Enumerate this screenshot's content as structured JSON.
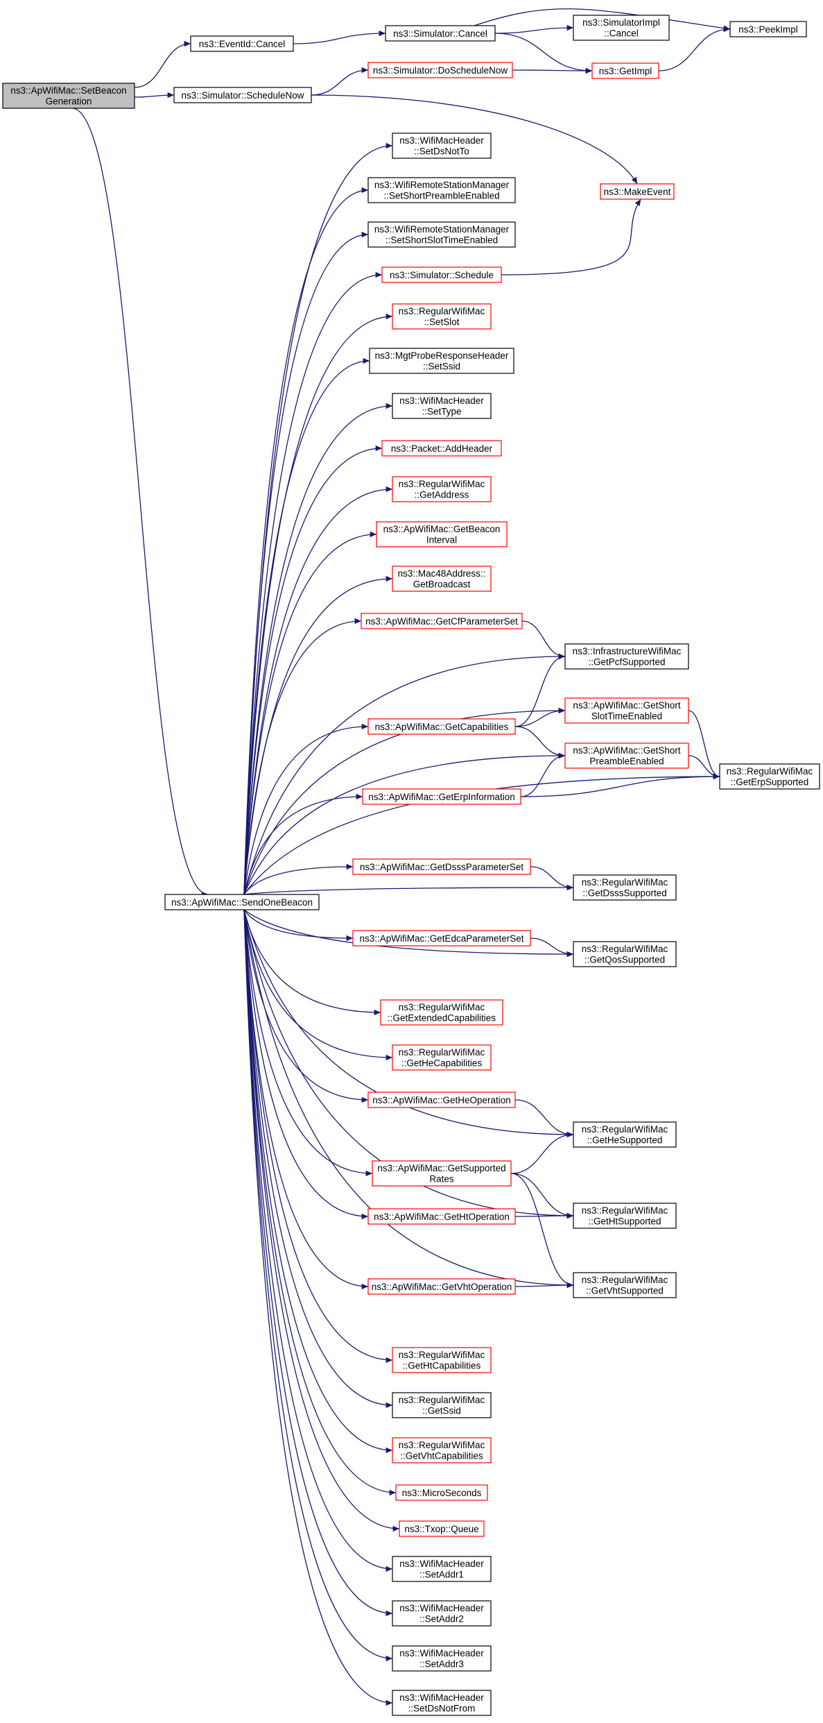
{
  "colors": {
    "edge": "#191970",
    "box_normal": "#000000",
    "box_truncated": "#ff0000",
    "root_fill": "#bfbfbf",
    "node_fill": "#ffffff"
  },
  "nodes": [
    {
      "id": "root",
      "lines": [
        "ns3::ApWifiMac::SetBeacon",
        "Generation"
      ],
      "style": "root"
    },
    {
      "id": "eventid_cancel",
      "lines": [
        "ns3::EventId::Cancel"
      ],
      "style": "normal"
    },
    {
      "id": "sim_schedulenow",
      "lines": [
        "ns3::Simulator::ScheduleNow"
      ],
      "style": "normal"
    },
    {
      "id": "sim_cancel",
      "lines": [
        "ns3::Simulator::Cancel"
      ],
      "style": "normal"
    },
    {
      "id": "simimpl_cancel",
      "lines": [
        "ns3::SimulatorImpl",
        "::Cancel"
      ],
      "style": "normal"
    },
    {
      "id": "peekimpl",
      "lines": [
        "ns3::PeekImpl"
      ],
      "style": "normal"
    },
    {
      "id": "doschedulenow",
      "lines": [
        "ns3::Simulator::DoScheduleNow"
      ],
      "style": "red"
    },
    {
      "id": "getimpl",
      "lines": [
        "ns3::GetImpl"
      ],
      "style": "red"
    },
    {
      "id": "makeevent",
      "lines": [
        "ns3::MakeEvent"
      ],
      "style": "red"
    },
    {
      "id": "sendonebeacon",
      "lines": [
        "ns3::ApWifiMac::SendOneBeacon"
      ],
      "style": "normal"
    },
    {
      "id": "setdsnotto",
      "lines": [
        "ns3::WifiMacHeader",
        "::SetDsNotTo"
      ],
      "style": "normal"
    },
    {
      "id": "setshortpreamble",
      "lines": [
        "ns3::WifiRemoteStationManager",
        "::SetShortPreambleEnabled"
      ],
      "style": "normal"
    },
    {
      "id": "setshortslot",
      "lines": [
        "ns3::WifiRemoteStationManager",
        "::SetShortSlotTimeEnabled"
      ],
      "style": "normal"
    },
    {
      "id": "sim_schedule",
      "lines": [
        "ns3::Simulator::Schedule"
      ],
      "style": "red"
    },
    {
      "id": "setslot",
      "lines": [
        "ns3::RegularWifiMac",
        "::SetSlot"
      ],
      "style": "red"
    },
    {
      "id": "setssid",
      "lines": [
        "ns3::MgtProbeResponseHeader",
        "::SetSsid"
      ],
      "style": "normal"
    },
    {
      "id": "settype",
      "lines": [
        "ns3::WifiMacHeader",
        "::SetType"
      ],
      "style": "normal"
    },
    {
      "id": "addheader",
      "lines": [
        "ns3::Packet::AddHeader"
      ],
      "style": "red"
    },
    {
      "id": "getaddress",
      "lines": [
        "ns3::RegularWifiMac",
        "::GetAddress"
      ],
      "style": "red"
    },
    {
      "id": "getbeaconinterval",
      "lines": [
        "ns3::ApWifiMac::GetBeacon",
        "Interval"
      ],
      "style": "red"
    },
    {
      "id": "getbroadcast",
      "lines": [
        "ns3::Mac48Address::",
        "GetBroadcast"
      ],
      "style": "red"
    },
    {
      "id": "getcfparameterset",
      "lines": [
        "ns3::ApWifiMac::GetCfParameterSet"
      ],
      "style": "red"
    },
    {
      "id": "getpcfsupported",
      "lines": [
        "ns3::InfrastructureWifiMac",
        "::GetPcfSupported"
      ],
      "style": "normal"
    },
    {
      "id": "getshortslottime",
      "lines": [
        "ns3::ApWifiMac::GetShort",
        "SlotTimeEnabled"
      ],
      "style": "red"
    },
    {
      "id": "getcapabilities",
      "lines": [
        "ns3::ApWifiMac::GetCapabilities"
      ],
      "style": "red"
    },
    {
      "id": "getshortpreamble",
      "lines": [
        "ns3::ApWifiMac::GetShort",
        "PreambleEnabled"
      ],
      "style": "red"
    },
    {
      "id": "geterpsupported",
      "lines": [
        "ns3::RegularWifiMac",
        "::GetErpSupported"
      ],
      "style": "normal"
    },
    {
      "id": "geterpinformation",
      "lines": [
        "ns3::ApWifiMac::GetErpInformation"
      ],
      "style": "red"
    },
    {
      "id": "getdsssparameterset",
      "lines": [
        "ns3::ApWifiMac::GetDsssParameterSet"
      ],
      "style": "red"
    },
    {
      "id": "getdssssupported",
      "lines": [
        "ns3::RegularWifiMac",
        "::GetDsssSupported"
      ],
      "style": "normal"
    },
    {
      "id": "getedcaparameterset",
      "lines": [
        "ns3::ApWifiMac::GetEdcaParameterSet"
      ],
      "style": "red"
    },
    {
      "id": "getqossupported",
      "lines": [
        "ns3::RegularWifiMac",
        "::GetQosSupported"
      ],
      "style": "normal"
    },
    {
      "id": "getextendedcapabilities",
      "lines": [
        "ns3::RegularWifiMac",
        "::GetExtendedCapabilities"
      ],
      "style": "red"
    },
    {
      "id": "gethecapabilities",
      "lines": [
        "ns3::RegularWifiMac",
        "::GetHeCapabilities"
      ],
      "style": "red"
    },
    {
      "id": "getheoperation",
      "lines": [
        "ns3::ApWifiMac::GetHeOperation"
      ],
      "style": "red"
    },
    {
      "id": "gethesupported",
      "lines": [
        "ns3::RegularWifiMac",
        "::GetHeSupported"
      ],
      "style": "normal"
    },
    {
      "id": "getsupportedrates",
      "lines": [
        "ns3::ApWifiMac::GetSupported",
        "Rates"
      ],
      "style": "red"
    },
    {
      "id": "gethtoperation",
      "lines": [
        "ns3::ApWifiMac::GetHtOperation"
      ],
      "style": "red"
    },
    {
      "id": "gethtsupported",
      "lines": [
        "ns3::RegularWifiMac",
        "::GetHtSupported"
      ],
      "style": "normal"
    },
    {
      "id": "getvhtoperation",
      "lines": [
        "ns3::ApWifiMac::GetVhtOperation"
      ],
      "style": "red"
    },
    {
      "id": "getvhtsupported",
      "lines": [
        "ns3::RegularWifiMac",
        "::GetVhtSupported"
      ],
      "style": "normal"
    },
    {
      "id": "gethtcapabilities",
      "lines": [
        "ns3::RegularWifiMac",
        "::GetHtCapabilities"
      ],
      "style": "red"
    },
    {
      "id": "getssid",
      "lines": [
        "ns3::RegularWifiMac",
        "::GetSsid"
      ],
      "style": "normal"
    },
    {
      "id": "getvhtcapabilities",
      "lines": [
        "ns3::RegularWifiMac",
        "::GetVhtCapabilities"
      ],
      "style": "red"
    },
    {
      "id": "microseconds",
      "lines": [
        "ns3::MicroSeconds"
      ],
      "style": "red"
    },
    {
      "id": "txop_queue",
      "lines": [
        "ns3::Txop::Queue"
      ],
      "style": "red"
    },
    {
      "id": "setaddr1",
      "lines": [
        "ns3::WifiMacHeader",
        "::SetAddr1"
      ],
      "style": "normal"
    },
    {
      "id": "setaddr2",
      "lines": [
        "ns3::WifiMacHeader",
        "::SetAddr2"
      ],
      "style": "normal"
    },
    {
      "id": "setaddr3",
      "lines": [
        "ns3::WifiMacHeader",
        "::SetAddr3"
      ],
      "style": "normal"
    },
    {
      "id": "setdsnotfrom",
      "lines": [
        "ns3::WifiMacHeader",
        "::SetDsNotFrom"
      ],
      "style": "normal"
    }
  ],
  "edges": [
    [
      "root",
      "eventid_cancel"
    ],
    [
      "root",
      "sim_schedulenow"
    ],
    [
      "root",
      "sendonebeacon"
    ],
    [
      "eventid_cancel",
      "sim_cancel"
    ],
    [
      "sim_cancel",
      "simimpl_cancel"
    ],
    [
      "sim_cancel",
      "peekimpl"
    ],
    [
      "sim_cancel",
      "getimpl"
    ],
    [
      "sim_schedulenow",
      "doschedulenow"
    ],
    [
      "sim_schedulenow",
      "makeevent"
    ],
    [
      "doschedulenow",
      "getimpl"
    ],
    [
      "getimpl",
      "peekimpl"
    ],
    [
      "sim_schedule",
      "makeevent"
    ],
    [
      "sendonebeacon",
      "setdsnotto"
    ],
    [
      "sendonebeacon",
      "setshortpreamble"
    ],
    [
      "sendonebeacon",
      "setshortslot"
    ],
    [
      "sendonebeacon",
      "sim_schedule"
    ],
    [
      "sendonebeacon",
      "setslot"
    ],
    [
      "sendonebeacon",
      "setssid"
    ],
    [
      "sendonebeacon",
      "settype"
    ],
    [
      "sendonebeacon",
      "addheader"
    ],
    [
      "sendonebeacon",
      "getaddress"
    ],
    [
      "sendonebeacon",
      "getbeaconinterval"
    ],
    [
      "sendonebeacon",
      "getbroadcast"
    ],
    [
      "sendonebeacon",
      "getcfparameterset"
    ],
    [
      "sendonebeacon",
      "getpcfsupported"
    ],
    [
      "sendonebeacon",
      "getshortslottime"
    ],
    [
      "sendonebeacon",
      "getcapabilities"
    ],
    [
      "sendonebeacon",
      "getshortpreamble"
    ],
    [
      "sendonebeacon",
      "geterpinformation"
    ],
    [
      "sendonebeacon",
      "geterpsupported"
    ],
    [
      "sendonebeacon",
      "getdsssparameterset"
    ],
    [
      "sendonebeacon",
      "getdssssupported"
    ],
    [
      "sendonebeacon",
      "getedcaparameterset"
    ],
    [
      "sendonebeacon",
      "getqossupported"
    ],
    [
      "sendonebeacon",
      "getextendedcapabilities"
    ],
    [
      "sendonebeacon",
      "gethecapabilities"
    ],
    [
      "sendonebeacon",
      "getheoperation"
    ],
    [
      "sendonebeacon",
      "gethesupported"
    ],
    [
      "sendonebeacon",
      "getsupportedrates"
    ],
    [
      "sendonebeacon",
      "gethtoperation"
    ],
    [
      "sendonebeacon",
      "gethtsupported"
    ],
    [
      "sendonebeacon",
      "getvhtoperation"
    ],
    [
      "sendonebeacon",
      "getvhtsupported"
    ],
    [
      "sendonebeacon",
      "gethtcapabilities"
    ],
    [
      "sendonebeacon",
      "getssid"
    ],
    [
      "sendonebeacon",
      "getvhtcapabilities"
    ],
    [
      "sendonebeacon",
      "microseconds"
    ],
    [
      "sendonebeacon",
      "txop_queue"
    ],
    [
      "sendonebeacon",
      "setaddr1"
    ],
    [
      "sendonebeacon",
      "setaddr2"
    ],
    [
      "sendonebeacon",
      "setaddr3"
    ],
    [
      "sendonebeacon",
      "setdsnotfrom"
    ],
    [
      "getcfparameterset",
      "getpcfsupported"
    ],
    [
      "getcapabilities",
      "getpcfsupported"
    ],
    [
      "getcapabilities",
      "getshortslottime"
    ],
    [
      "getcapabilities",
      "getshortpreamble"
    ],
    [
      "getshortslottime",
      "geterpsupported"
    ],
    [
      "getshortpreamble",
      "geterpsupported"
    ],
    [
      "geterpinformation",
      "getshortpreamble"
    ],
    [
      "geterpinformation",
      "geterpsupported"
    ],
    [
      "getdsssparameterset",
      "getdssssupported"
    ],
    [
      "getedcaparameterset",
      "getqossupported"
    ],
    [
      "getheoperation",
      "gethesupported"
    ],
    [
      "getsupportedrates",
      "gethesupported"
    ],
    [
      "getsupportedrates",
      "gethtsupported"
    ],
    [
      "getsupportedrates",
      "getvhtsupported"
    ],
    [
      "gethtoperation",
      "gethtsupported"
    ],
    [
      "getvhtoperation",
      "getvhtsupported"
    ]
  ]
}
